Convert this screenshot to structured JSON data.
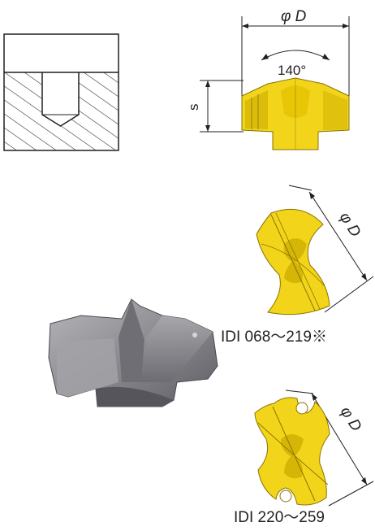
{
  "colors": {
    "insert_yellow": "#f2d51a",
    "insert_shadow": "#c9a800",
    "line": "#231f20",
    "steel_gray": "#8e8e92"
  },
  "labels": {
    "diameter_top": "φ D",
    "angle": "140°",
    "depth": "s",
    "diameter_mid": "φ D",
    "diameter_bottom": "φ D"
  },
  "captions": {
    "range_1": "IDI 068～219※",
    "range_2": "IDI 220～259"
  }
}
